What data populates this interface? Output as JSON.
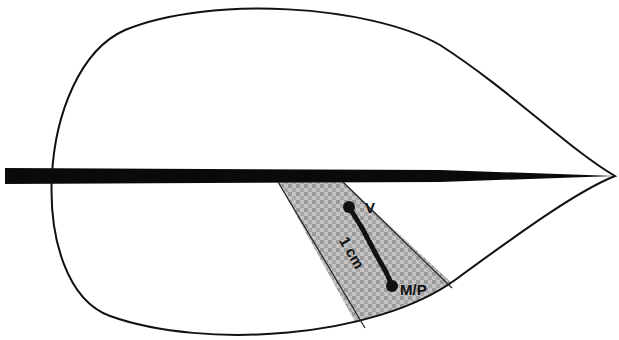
{
  "diagram": {
    "labels": [
      "V",
      "1 cm",
      "M/P"
    ]
  }
}
